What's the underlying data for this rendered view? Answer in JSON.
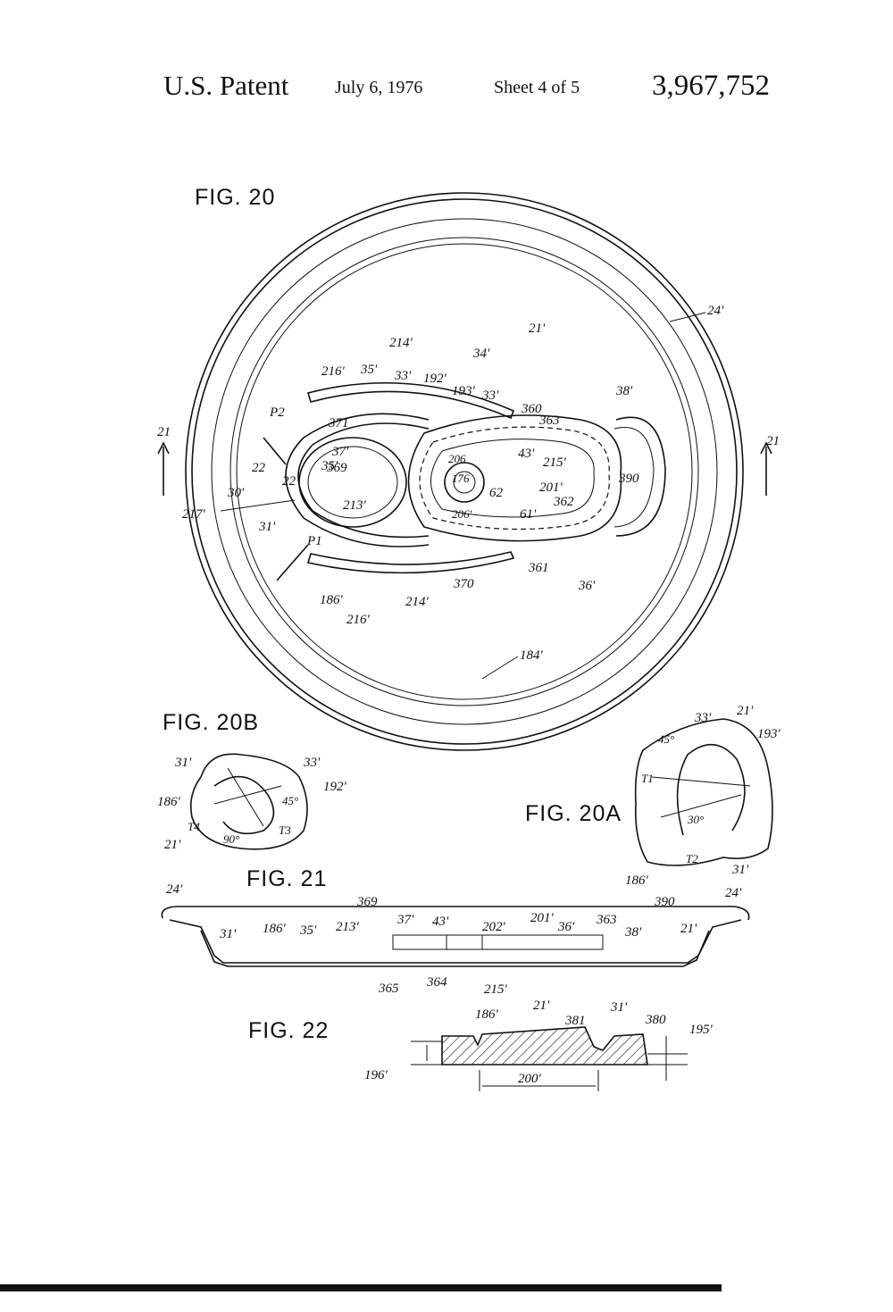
{
  "header": {
    "title": "U.S. Patent",
    "date": "July 6, 1976",
    "sheet": "Sheet 4 of 5",
    "patent_number": "3,967,752"
  },
  "figures": {
    "fig20": "FIG. 20",
    "fig20b": "FIG. 20B",
    "fig20a": "FIG. 20A",
    "fig21": "FIG. 21",
    "fig22": "FIG. 22"
  },
  "labels": {
    "l24": "24'",
    "l21": "21'",
    "l214a": "214'",
    "l34": "34'",
    "l216a": "216'",
    "l35a": "35'",
    "l33a": "33'",
    "l192": "192'",
    "l193": "193'",
    "l33b": "33'",
    "l360": "360",
    "l363": "363",
    "l38": "38'",
    "lP2": "P2",
    "l371": "371",
    "l37": "37'",
    "l206a": "206",
    "l43": "43'",
    "l215": "215'",
    "l22a": "22",
    "l22b": "22",
    "l35b": "35'",
    "l369": "369",
    "l176": "176",
    "l201": "201'",
    "l390": "390",
    "l62": "62",
    "l362": "362",
    "l30": "30'",
    "l217": "217'",
    "l213": "213'",
    "l206b": "206'",
    "l61": "61'",
    "l31": "31'",
    "lP1": "P1",
    "l361": "361",
    "l36": "36'",
    "l370": "370",
    "l186": "186'",
    "l214b": "214'",
    "l216b": "216'",
    "l184": "184'",
    "l21left": "21",
    "l21right": "21",
    "b31": "31'",
    "b33": "33'",
    "b192": "192'",
    "b45": "45°",
    "b186": "186'",
    "bT4": "T4",
    "b90": "90°",
    "bT3": "T3",
    "b21": "21'",
    "a33": "33'",
    "a21": "21'",
    "a193": "193'",
    "a45": "45°",
    "aT1": "T1",
    "a30": "30°",
    "aT2": "T2",
    "a186": "186'",
    "a31": "31'",
    "c24a": "24'",
    "c369": "369",
    "c390": "390",
    "c24b": "24'",
    "c31": "31'",
    "c186": "186'",
    "c35": "35'",
    "c213": "213'",
    "c37": "37'",
    "c43": "43'",
    "c202": "202'",
    "c201": "201'",
    "c36": "36'",
    "c363": "363",
    "c38": "38'",
    "c21": "21'",
    "c365": "365",
    "c364": "364",
    "c215": "215'",
    "d186": "186'",
    "d21": "21'",
    "d381": "381",
    "d31": "31'",
    "d380": "380",
    "d195": "195'",
    "d196": "196'",
    "d200": "200'"
  }
}
